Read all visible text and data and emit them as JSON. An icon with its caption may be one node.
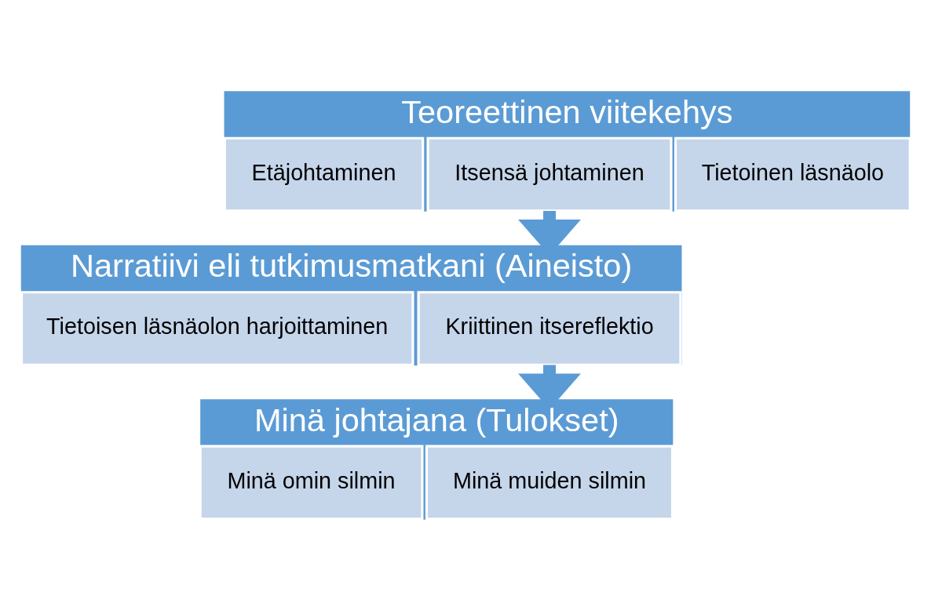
{
  "diagram": {
    "nodes": [
      {
        "text": [
          "Teoreettinen viitekehys"
        ]
      },
      {
        "text": [
          "Etäjohtaminen"
        ],
        "in": 0
      },
      {
        "text": [
          "Itsensä johtaminen"
        ],
        "in": 0
      },
      {
        "text": [
          "Tietoinen läsnäolo"
        ],
        "in": 0
      },
      {
        "text": [
          "Narratiivi eli tutkimusmatkani (Aineisto)"
        ]
      },
      {
        "text": [
          "Tietoisen läsnäolon harjoittaminen"
        ],
        "in": 4
      },
      {
        "text": [
          "Kriittinen itsereflektio"
        ],
        "in": 4
      },
      {
        "text": [
          "Minä johtajana (Tulokset)"
        ]
      },
      {
        "text": [
          "Minä omin silmin"
        ],
        "in": 7
      },
      {
        "text": [
          "Minä muiden silmin"
        ],
        "in": 7
      }
    ],
    "edges": [
      {
        "from": 0,
        "to": 4,
        "arrow": "to"
      },
      {
        "from": 4,
        "to": 7,
        "arrow": "to"
      }
    ]
  }
}
